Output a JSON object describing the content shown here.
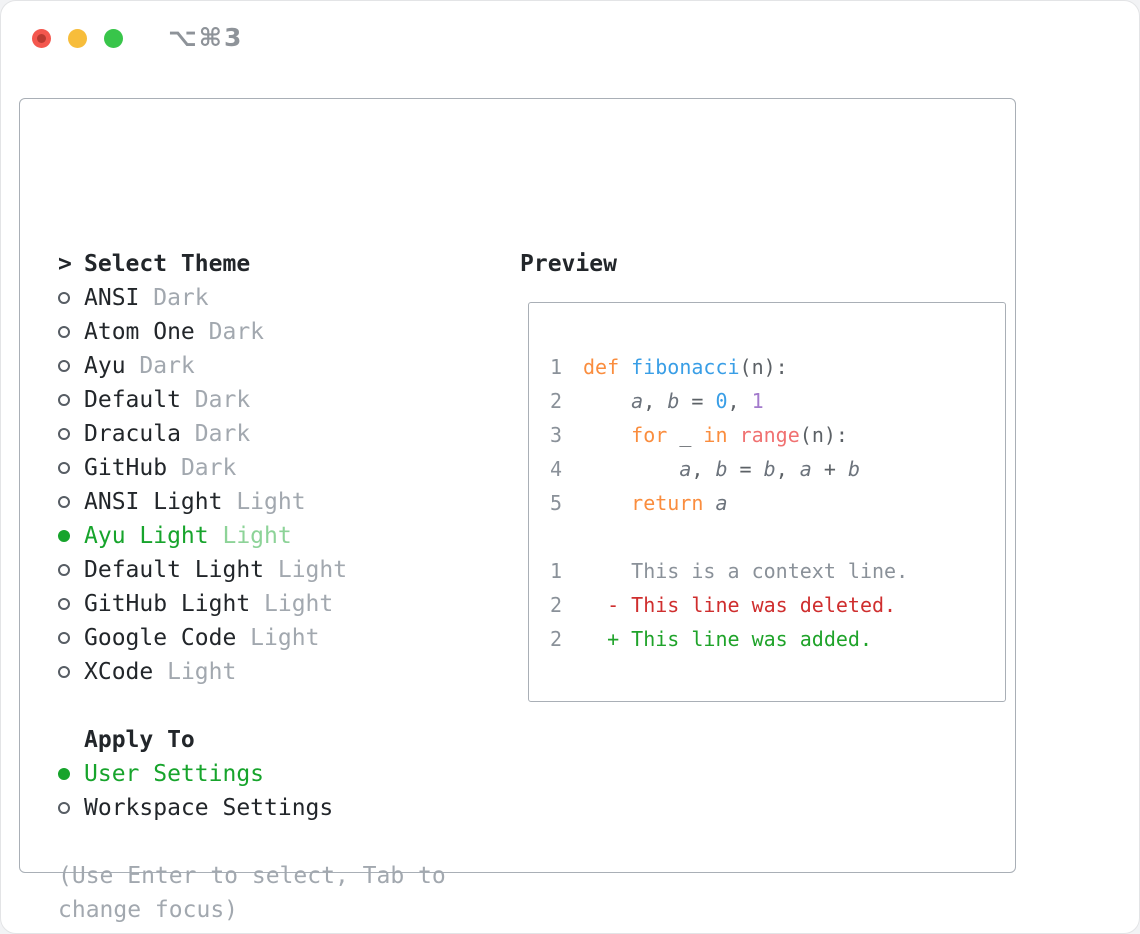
{
  "titlebar": {
    "shortcut": "⌥⌘3"
  },
  "theme_picker": {
    "prompt_prefix": ">",
    "title": "Select Theme",
    "items": [
      {
        "name": "ANSI",
        "variant": "Dark",
        "selected": false
      },
      {
        "name": "Atom One",
        "variant": "Dark",
        "selected": false
      },
      {
        "name": "Ayu",
        "variant": "Dark",
        "selected": false
      },
      {
        "name": "Default",
        "variant": "Dark",
        "selected": false
      },
      {
        "name": "Dracula",
        "variant": "Dark",
        "selected": false
      },
      {
        "name": "GitHub",
        "variant": "Dark",
        "selected": false
      },
      {
        "name": "ANSI Light",
        "variant": "Light",
        "selected": false
      },
      {
        "name": "Ayu Light",
        "variant": "Light",
        "selected": true
      },
      {
        "name": "Default Light",
        "variant": "Light",
        "selected": false
      },
      {
        "name": "GitHub Light",
        "variant": "Light",
        "selected": false
      },
      {
        "name": "Google Code",
        "variant": "Light",
        "selected": false
      },
      {
        "name": "XCode",
        "variant": "Light",
        "selected": false
      }
    ]
  },
  "apply_to": {
    "title": "Apply To",
    "options": [
      {
        "label": "User Settings",
        "selected": true
      },
      {
        "label": "Workspace Settings",
        "selected": false
      }
    ]
  },
  "hint": {
    "line1": "(Use Enter to select, Tab to",
    "line2": "change focus)"
  },
  "preview": {
    "title": "Preview",
    "code_lines": [
      {
        "num": "1",
        "tokens": [
          {
            "text": "def ",
            "type": "keyword"
          },
          {
            "text": "fibonacci",
            "type": "function"
          },
          {
            "text": "(n):",
            "type": "plain"
          }
        ]
      },
      {
        "num": "2",
        "tokens": [
          {
            "text": "    ",
            "type": "plain"
          },
          {
            "text": "a",
            "type": "variable"
          },
          {
            "text": ", ",
            "type": "plain"
          },
          {
            "text": "b",
            "type": "variable"
          },
          {
            "text": " = ",
            "type": "plain"
          },
          {
            "text": "0",
            "type": "number"
          },
          {
            "text": ", ",
            "type": "plain"
          },
          {
            "text": "1",
            "type": "constant"
          }
        ]
      },
      {
        "num": "3",
        "tokens": [
          {
            "text": "    ",
            "type": "plain"
          },
          {
            "text": "for",
            "type": "keyword"
          },
          {
            "text": " _ ",
            "type": "plain"
          },
          {
            "text": "in",
            "type": "keyword"
          },
          {
            "text": " ",
            "type": "plain"
          },
          {
            "text": "range",
            "type": "builtin"
          },
          {
            "text": "(n):",
            "type": "plain"
          }
        ]
      },
      {
        "num": "4",
        "tokens": [
          {
            "text": "        ",
            "type": "plain"
          },
          {
            "text": "a",
            "type": "variable"
          },
          {
            "text": ", ",
            "type": "plain"
          },
          {
            "text": "b",
            "type": "variable"
          },
          {
            "text": " = ",
            "type": "plain"
          },
          {
            "text": "b",
            "type": "variable"
          },
          {
            "text": ", ",
            "type": "plain"
          },
          {
            "text": "a",
            "type": "variable"
          },
          {
            "text": " + ",
            "type": "plain"
          },
          {
            "text": "b",
            "type": "variable"
          }
        ]
      },
      {
        "num": "5",
        "tokens": [
          {
            "text": "    ",
            "type": "plain"
          },
          {
            "text": "return",
            "type": "keyword"
          },
          {
            "text": " ",
            "type": "plain"
          },
          {
            "text": "a",
            "type": "variable"
          }
        ]
      }
    ],
    "diff_lines": [
      {
        "num": "1",
        "text": "    This is a context line.",
        "type": "context"
      },
      {
        "num": "2",
        "text": "  - This line was deleted.",
        "type": "deleted"
      },
      {
        "num": "2",
        "text": "  + This line was added.",
        "type": "added"
      }
    ]
  },
  "colors": {
    "text": "#22262a",
    "muted": "#a2a8af",
    "border": "#a9afb6",
    "accent_green": "#17a42c",
    "accent_green_light": "#8dd398",
    "line_number": "#8a9199",
    "code_fg": "#5c6166",
    "keyword": "#fa8d3e",
    "function_name": "#399ee6",
    "builtin": "#f07171",
    "number": "#399ee6",
    "constant": "#a37acc",
    "variable": "#6c737c",
    "diff_context": "#8a9199",
    "diff_deleted": "#cf2e2e",
    "diff_added": "#1fa32a",
    "traffic_red": "#f4574e",
    "traffic_red_dot": "#b93a31",
    "traffic_yellow": "#f7bd3b",
    "traffic_green": "#38c54a",
    "shortcut_gray": "#8e9399"
  }
}
